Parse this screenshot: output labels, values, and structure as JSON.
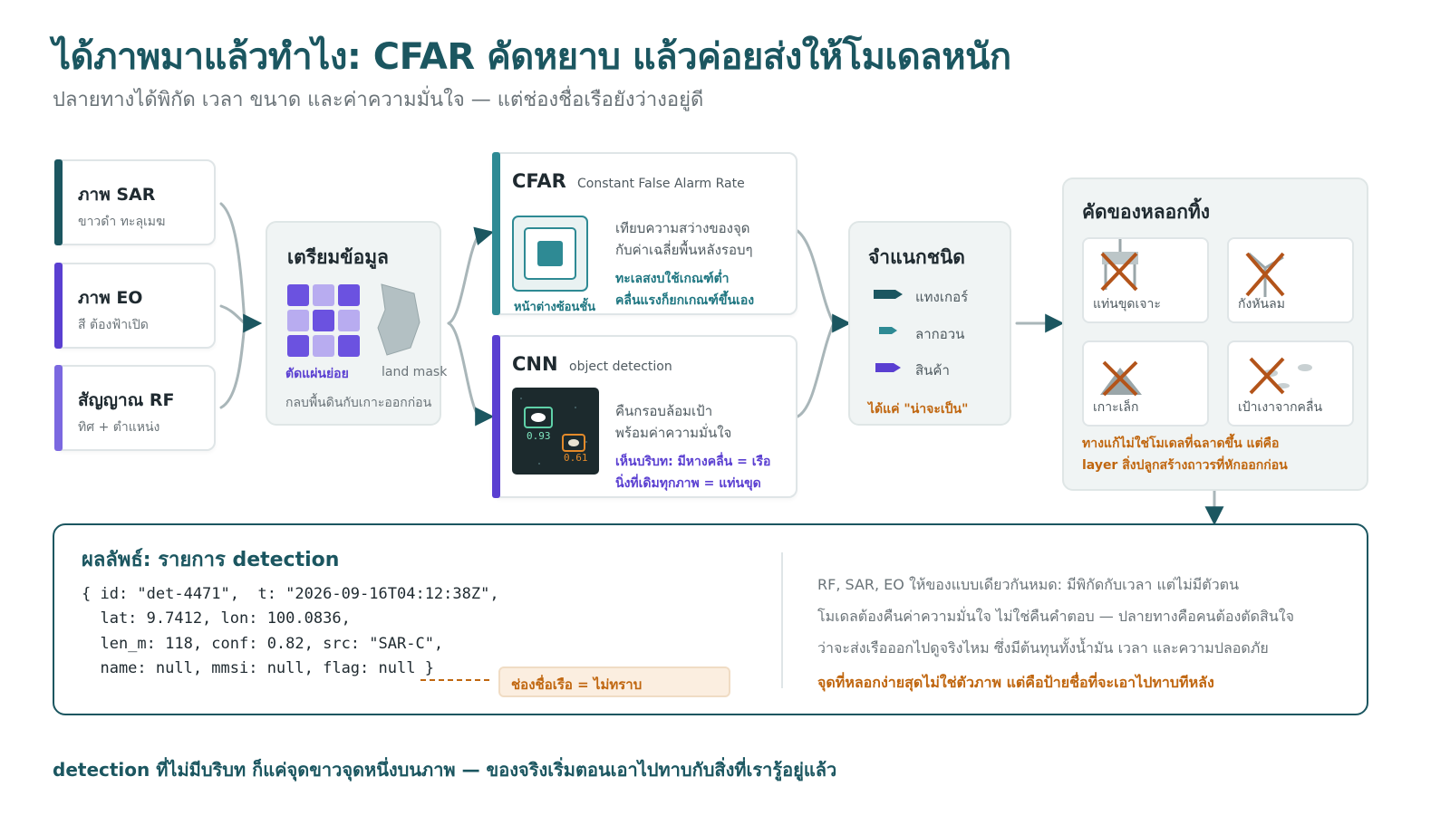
{
  "header": {
    "title": "ได้ภาพมาแล้วทำไง: CFAR คัดหยาบ แล้วค่อยส่งให้โมเดลหนัก",
    "subtitle": "ปลายทางได้พิกัด เวลา ขนาด และค่าความมั่นใจ — แต่ช่องชื่อเรือยังว่างอยู่ดี"
  },
  "inputs": [
    {
      "title": "ภาพ SAR",
      "subtitle": "ขาวดำ ทะลุเมฆ",
      "color": "#1b5660"
    },
    {
      "title": "ภาพ EO",
      "subtitle": "สี ต้องฟ้าเปิด",
      "color": "#5a3fd1"
    },
    {
      "title": "สัญญาณ RF",
      "subtitle": "ทิศ + ตำแหน่ง",
      "color": "#7b68e0"
    }
  ],
  "prep": {
    "title": "เตรียมข้อมูล",
    "tiles_label": "ตัดแผ่นย่อย",
    "mask_label": "land mask",
    "note": "กลบพื้นดินกับเกาะออกก่อน"
  },
  "cfar": {
    "title": "CFAR",
    "subtitle": "Constant False Alarm Rate",
    "window_label": "หน้าต่างซ้อนชั้น",
    "desc": [
      "เทียบความสว่างของจุด",
      "กับค่าเฉลี่ยพื้นหลังรอบๆ"
    ],
    "note": [
      "ทะเลสงบใช้เกณฑ์ต่ำ",
      "คลื่นแรงก็ยกเกณฑ์ขึ้นเอง"
    ]
  },
  "cnn": {
    "title": "CNN",
    "subtitle": "object detection",
    "score_1": "0.93",
    "score_2": "0.61",
    "desc": [
      "คืนกรอบล้อมเป้า",
      "พร้อมค่าความมั่นใจ"
    ],
    "note": [
      "เห็นบริบท: มีหางคลื่น = เรือ",
      "นิ่งที่เดิมทุกภาพ = แท่นขุด"
    ]
  },
  "classify": {
    "title": "จำแนกชนิด",
    "items": [
      {
        "label": "แทงเกอร์",
        "color": "#1b5660"
      },
      {
        "label": "ลากอวน",
        "color": "#2e8a94"
      },
      {
        "label": "สินค้า",
        "color": "#5a3fd1"
      }
    ],
    "note": "ได้แค่ \"น่าจะเป็น\""
  },
  "decoys": {
    "title": "คัดของหลอกทิ้ง",
    "items": [
      {
        "label": "แท่นขุดเจาะ",
        "icon": "oil-rig-icon"
      },
      {
        "label": "กังหันลม",
        "icon": "wind-turbine-icon"
      },
      {
        "label": "เกาะเล็ก",
        "icon": "islet-icon"
      },
      {
        "label": "เป้าเงาจากคลื่น",
        "icon": "wave-shadow-icon"
      }
    ],
    "note": [
      "ทางแก้ไม่ใช่โมเดลที่ฉลาดขึ้น แต่คือ",
      "layer สิ่งปลูกสร้างถาวรที่หักออกก่อน"
    ]
  },
  "result": {
    "title": "ผลลัพธ์: รายการ detection",
    "code_lines": [
      "{ id: \"det-4471\",  t: \"2026-09-16T04:12:38Z\",",
      "  lat: 9.7412, lon: 100.0836,",
      "  len_m: 118, conf: 0.82, src: \"SAR-C\",",
      "  name: null, mmsi: null, flag: null }"
    ],
    "callout": "ช่องชื่อเรือ = ไม่ทราบ",
    "explain": [
      "RF, SAR, EO ให้ของแบบเดียวกันหมด: มีพิกัดกับเวลา แต่ไม่มีตัวตน",
      "โมเดลต้องคืนค่าความมั่นใจ ไม่ใช่คืนคำตอบ — ปลายทางคือคนต้องตัดสินใจ",
      "ว่าจะส่งเรือออกไปดูจริงไหม ซึ่งมีต้นทุนทั้งน้ำมัน เวลา และความปลอดภัย"
    ],
    "emphasis": "จุดที่หลอกง่ายสุดไม่ใช่ตัวภาพ แต่คือป้ายชื่อที่จะเอาไปทาบทีหลัง"
  },
  "footer": "detection ที่ไม่มีบริบท ก็แค่จุดขาวจุดหนึ่งบนภาพ — ของจริงเริ่มตอนเอาไปทาบกับสิ่งที่เรารู้อยู่แล้ว",
  "colors": {
    "teal": "#1b5660",
    "purple": "#5a3fd1",
    "orange": "#c0660f",
    "decoy_x": "#b3541a"
  }
}
